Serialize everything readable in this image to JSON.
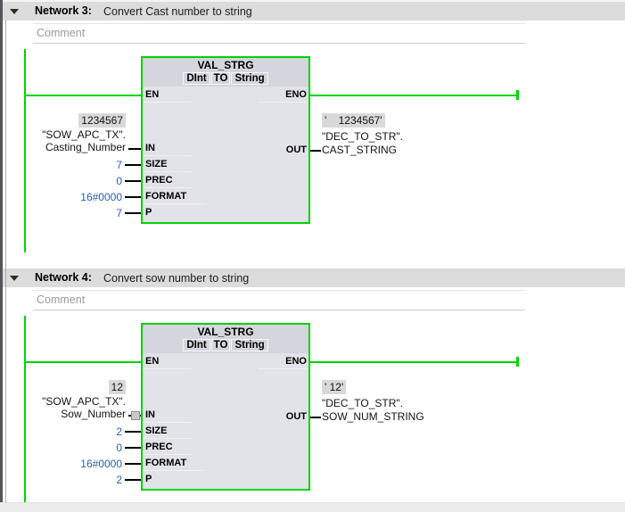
{
  "colors": {
    "rail_green": "#00d400",
    "constant_blue": "#2a5db0",
    "monitor_highlight": "#d9d9d9",
    "block_header_bg": "#d5d5dd",
    "block_body_bg": "#e2e2e9",
    "network_header_bg": "#dcdcdc"
  },
  "networks": [
    {
      "title": "Network 3:",
      "description": "Convert Cast number to string",
      "comment_placeholder": "Comment",
      "block": {
        "name": "VAL_STRG",
        "type_from": "DInt",
        "type_word": "TO",
        "type_to": "String",
        "pin_en": "EN",
        "pin_eno": "ENO",
        "pin_in": "IN",
        "pin_size": "SIZE",
        "pin_prec": "PREC",
        "pin_format": "FORMAT",
        "pin_p": "P",
        "pin_out": "OUT"
      },
      "inputs": {
        "in_monitor": "1234567",
        "in_operand_line1": "\"SOW_APC_TX\".",
        "in_operand_line2": "Casting_Number",
        "size_value": "7",
        "prec_value": "0",
        "format_value": "16#0000",
        "p_value": "7"
      },
      "output": {
        "monitor": "'    1234567'",
        "operand_line1": "\"DEC_TO_STR\".",
        "operand_line2": "CAST_STRING"
      }
    },
    {
      "title": "Network 4:",
      "description": "Convert sow number to string",
      "comment_placeholder": "Comment",
      "block": {
        "name": "VAL_STRG",
        "type_from": "DInt",
        "type_word": "TO",
        "type_to": "String",
        "pin_en": "EN",
        "pin_eno": "ENO",
        "pin_in": "IN",
        "pin_size": "SIZE",
        "pin_prec": "PREC",
        "pin_format": "FORMAT",
        "pin_p": "P",
        "pin_out": "OUT"
      },
      "inputs": {
        "in_monitor": "12",
        "in_operand_line1": "\"SOW_APC_TX\".",
        "in_operand_line2": "Sow_Number",
        "size_value": "2",
        "prec_value": "0",
        "format_value": "16#0000",
        "p_value": "2"
      },
      "output": {
        "monitor": "' 12'",
        "operand_line1": "\"DEC_TO_STR\".",
        "operand_line2": "SOW_NUM_STRING"
      }
    }
  ]
}
